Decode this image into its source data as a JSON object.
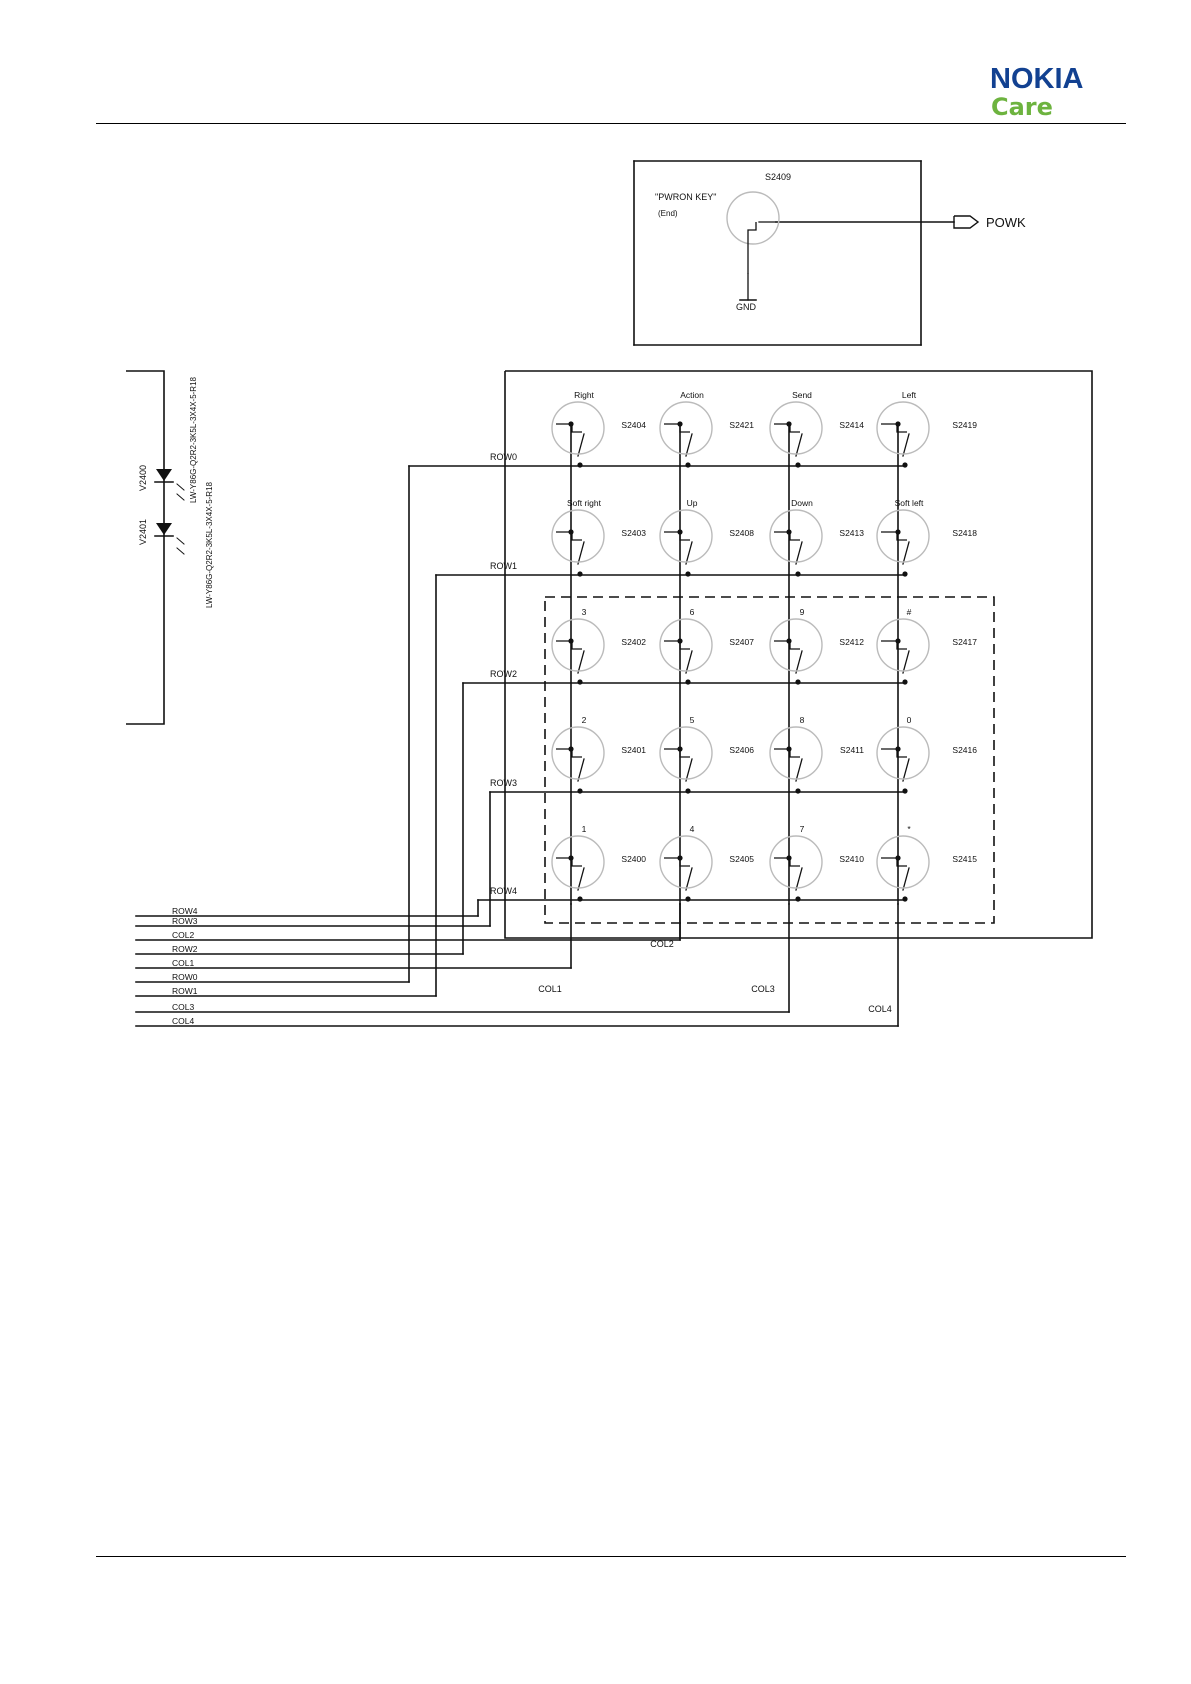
{
  "header": {
    "brand": "NOKIA",
    "subbrand": "Care",
    "brand_color": "#124191",
    "subbrand_color": "#6db33f"
  },
  "power_key": {
    "ref": "S2409",
    "name": "\"PWRON KEY\"",
    "sub": "(End)",
    "net": "POWK",
    "gnd": "GND"
  },
  "leds": {
    "v2400": "V2400",
    "v2401": "V2401",
    "part_a": "LW-Y86G-Q2R2-3K5L-3X4X-5-R18",
    "part_b": "LW-Y86G-Q2R2-3K5L-3X4X-5-R18"
  },
  "keypad": {
    "rows": [
      "ROW0",
      "ROW1",
      "ROW2",
      "ROW3",
      "ROW4"
    ],
    "cols": [
      "COL1",
      "COL2",
      "COL3",
      "COL4"
    ],
    "keys": [
      [
        {
          "label": "Right",
          "ref": "S2404"
        },
        {
          "label": "Action",
          "ref": "S2421"
        },
        {
          "label": "Send",
          "ref": "S2414"
        },
        {
          "label": "Left",
          "ref": "S2419"
        }
      ],
      [
        {
          "label": "Soft right",
          "ref": "S2403"
        },
        {
          "label": "Up",
          "ref": "S2408"
        },
        {
          "label": "Down",
          "ref": "S2413"
        },
        {
          "label": "Soft left",
          "ref": "S2418"
        }
      ],
      [
        {
          "label": "3",
          "ref": "S2402"
        },
        {
          "label": "6",
          "ref": "S2407"
        },
        {
          "label": "9",
          "ref": "S2412"
        },
        {
          "label": "#",
          "ref": "S2417"
        }
      ],
      [
        {
          "label": "2",
          "ref": "S2401"
        },
        {
          "label": "5",
          "ref": "S2406"
        },
        {
          "label": "8",
          "ref": "S2411"
        },
        {
          "label": "0",
          "ref": "S2416"
        }
      ],
      [
        {
          "label": "1",
          "ref": "S2400"
        },
        {
          "label": "4",
          "ref": "S2405"
        },
        {
          "label": "7",
          "ref": "S2410"
        },
        {
          "label": "*",
          "ref": "S2415"
        }
      ]
    ],
    "bus": [
      "ROW4",
      "ROW3",
      "COL2",
      "ROW2",
      "COL1",
      "ROW0",
      "ROW1",
      "COL3",
      "COL4"
    ]
  },
  "colors": {
    "line": "#111111",
    "switch": "#bbbbbb"
  }
}
